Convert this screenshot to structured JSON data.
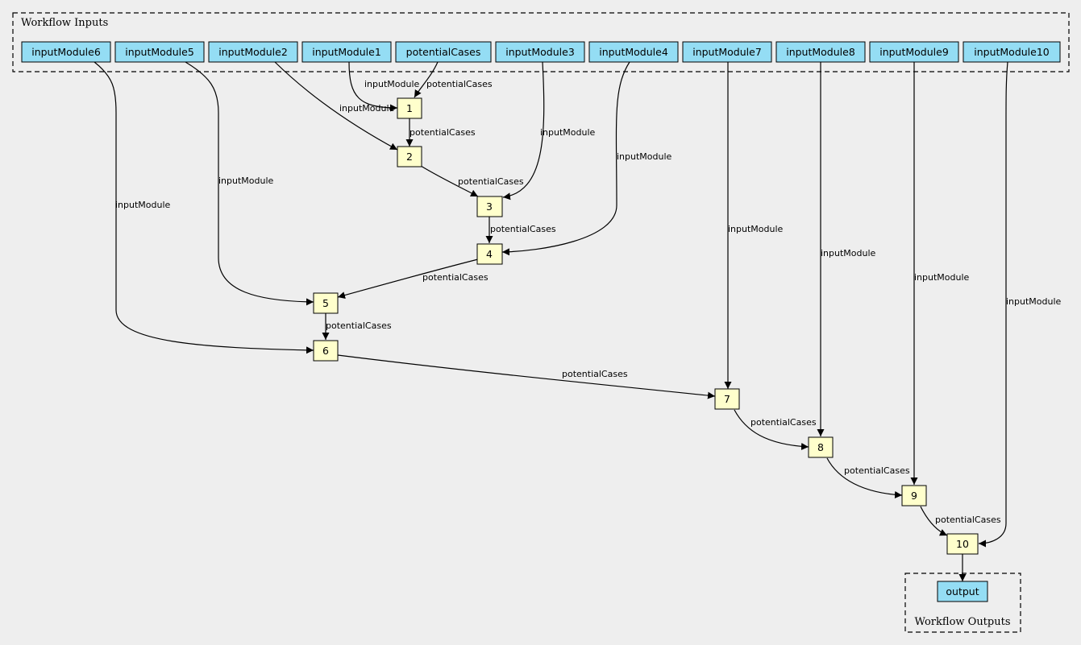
{
  "clusters": {
    "inputs": {
      "label": "Workflow Inputs"
    },
    "outputs": {
      "label": "Workflow Outputs"
    }
  },
  "inputs": [
    {
      "id": "inputModule6",
      "label": "inputModule6"
    },
    {
      "id": "inputModule5",
      "label": "inputModule5"
    },
    {
      "id": "inputModule2",
      "label": "inputModule2"
    },
    {
      "id": "inputModule1",
      "label": "inputModule1"
    },
    {
      "id": "potentialCases",
      "label": "potentialCases"
    },
    {
      "id": "inputModule3",
      "label": "inputModule3"
    },
    {
      "id": "inputModule4",
      "label": "inputModule4"
    },
    {
      "id": "inputModule7",
      "label": "inputModule7"
    },
    {
      "id": "inputModule8",
      "label": "inputModule8"
    },
    {
      "id": "inputModule9",
      "label": "inputModule9"
    },
    {
      "id": "inputModule10",
      "label": "inputModule10"
    }
  ],
  "steps": [
    {
      "id": "s1",
      "label": "1"
    },
    {
      "id": "s2",
      "label": "2"
    },
    {
      "id": "s3",
      "label": "3"
    },
    {
      "id": "s4",
      "label": "4"
    },
    {
      "id": "s5",
      "label": "5"
    },
    {
      "id": "s6",
      "label": "6"
    },
    {
      "id": "s7",
      "label": "7"
    },
    {
      "id": "s8",
      "label": "8"
    },
    {
      "id": "s9",
      "label": "9"
    },
    {
      "id": "s10",
      "label": "10"
    }
  ],
  "outputs": [
    {
      "id": "output",
      "label": "output"
    }
  ],
  "edges": [
    {
      "id": "e-in1-s1",
      "from": "inputModule1",
      "to": "s1",
      "label": "inputModule"
    },
    {
      "id": "e-pc-s1",
      "from": "potentialCases",
      "to": "s1",
      "label": "potentialCases"
    },
    {
      "id": "e-s1-s2",
      "from": "s1",
      "to": "s2",
      "label": "potentialCases"
    },
    {
      "id": "e-in2-s2",
      "from": "inputModule2",
      "to": "s2",
      "label": "inputModule"
    },
    {
      "id": "e-s2-s3",
      "from": "s2",
      "to": "s3",
      "label": "potentialCases"
    },
    {
      "id": "e-in3-s3",
      "from": "inputModule3",
      "to": "s3",
      "label": "inputModule"
    },
    {
      "id": "e-s3-s4",
      "from": "s3",
      "to": "s4",
      "label": "potentialCases"
    },
    {
      "id": "e-in4-s4",
      "from": "inputModule4",
      "to": "s4",
      "label": "inputModule"
    },
    {
      "id": "e-s4-s5",
      "from": "s4",
      "to": "s5",
      "label": "potentialCases"
    },
    {
      "id": "e-in5-s5",
      "from": "inputModule5",
      "to": "s5",
      "label": "inputModule"
    },
    {
      "id": "e-s5-s6",
      "from": "s5",
      "to": "s6",
      "label": "potentialCases"
    },
    {
      "id": "e-in6-s6",
      "from": "inputModule6",
      "to": "s6",
      "label": "inputModule"
    },
    {
      "id": "e-s6-s7",
      "from": "s6",
      "to": "s7",
      "label": "potentialCases"
    },
    {
      "id": "e-in7-s7",
      "from": "inputModule7",
      "to": "s7",
      "label": "inputModule"
    },
    {
      "id": "e-s7-s8",
      "from": "s7",
      "to": "s8",
      "label": "potentialCases"
    },
    {
      "id": "e-in8-s8",
      "from": "inputModule8",
      "to": "s8",
      "label": "inputModule"
    },
    {
      "id": "e-s8-s9",
      "from": "s8",
      "to": "s9",
      "label": "potentialCases"
    },
    {
      "id": "e-in9-s9",
      "from": "inputModule9",
      "to": "s9",
      "label": "inputModule"
    },
    {
      "id": "e-s9-s10",
      "from": "s9",
      "to": "s10",
      "label": "potentialCases"
    },
    {
      "id": "e-in10-s10",
      "from": "inputModule10",
      "to": "s10",
      "label": "inputModule"
    },
    {
      "id": "e-s10-out",
      "from": "s10",
      "to": "output",
      "label": ""
    }
  ]
}
